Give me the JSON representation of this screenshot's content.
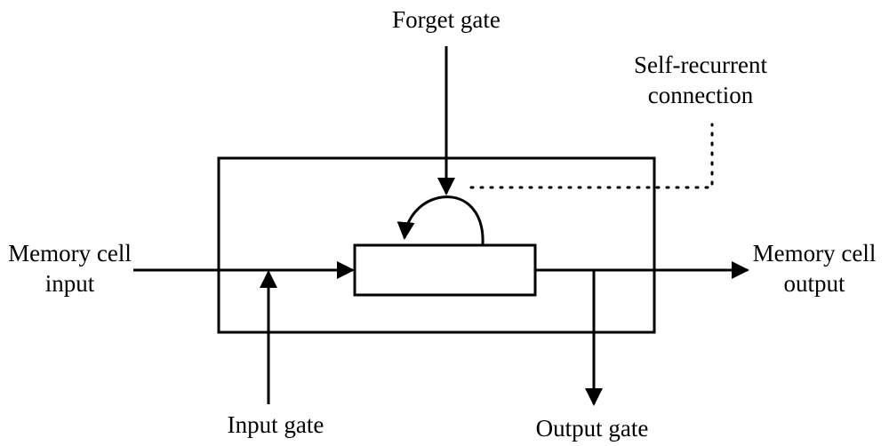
{
  "labels": {
    "forget_gate": "Forget gate",
    "self_recurrent_line1": "Self-recurrent",
    "self_recurrent_line2": "connection",
    "input_line1": "Memory cell",
    "input_line2": "input",
    "output_line1": "Memory cell",
    "output_line2": "output",
    "input_gate": "Input gate",
    "output_gate": "Output gate"
  },
  "colors": {
    "stroke": "#000000",
    "background": "#ffffff"
  }
}
